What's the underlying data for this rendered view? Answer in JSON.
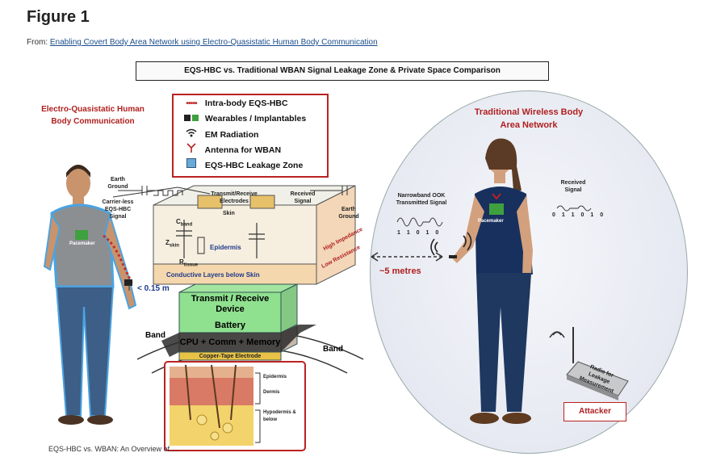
{
  "figure_heading": "Figure 1",
  "source": {
    "prefix": "From:",
    "title": "Enabling Covert Body Area Network using Electro-Quasistatic Human Body Communication"
  },
  "banner": "EQS-HBC vs. Traditional WBAN Signal Leakage Zone & Private Space Comparison",
  "left_title": "Electro-Quasistatic Human Body Communication",
  "right_title": "Traditional Wireless Body Area Network",
  "legend": [
    {
      "symbol": "•••••",
      "label": "Intra-body EQS-HBC",
      "color": "#c03030"
    },
    {
      "symbol": "■ ■",
      "label": "Wearables / Implantables",
      "color": "#2a2a2a"
    },
    {
      "symbol": "((•))",
      "label": "EM Radiation",
      "color": "#333333"
    },
    {
      "symbol": "Y",
      "label": "Antenna for WBAN",
      "color": "#333333"
    },
    {
      "symbol": "■",
      "label": "EQS-HBC Leakage Zone",
      "color": "#6aa9d8"
    }
  ],
  "schematic": {
    "earth_ground_left": "Earth Ground",
    "carrier_less": "Carrier-less EQS-HBC Signal",
    "transmit_receive": "Transmit/Receive Electrodes",
    "received_signal": "Received Signal",
    "earth_ground_right": "Earth Ground",
    "skin": "Skin",
    "epidermis": "Epidermis",
    "high_impedance": "High Impedance",
    "low_resistance": "Low Resistance",
    "conductive_layers": "Conductive Layers below Skin",
    "c_band": "C",
    "c_band_sub": "band",
    "z_skin": "Z",
    "z_skin_sub": "skin",
    "r_tissue": "R",
    "r_tissue_sub": "tissue",
    "distance_short": "< 0.15  m"
  },
  "pacemaker_left": "Pacemaker",
  "pacemaker_right": "Pacemaker",
  "device_stack": {
    "transmit_receive": "Transmit / Receive Device",
    "battery": "Battery",
    "cpu": "CPU + Comm + Memory",
    "copper": "Copper-Tape Electrode",
    "band_left": "Band",
    "band_right": "Band"
  },
  "skin_layers": [
    "Epidermis",
    "Dermis",
    "Hypodermis & below"
  ],
  "wban": {
    "narrowband": "Narrowband OOK Transmitted Signal",
    "received": "Received Signal",
    "bits_tx": "1 1 0 1 0",
    "bits_rx": "0 1 1 0 1 0",
    "distance_long": "~5 metres",
    "radio": "Radio for Leakage Measurement",
    "attacker": "Attacker"
  },
  "caption": "EQS-HBC vs. WBAN: An Overview of ..."
}
